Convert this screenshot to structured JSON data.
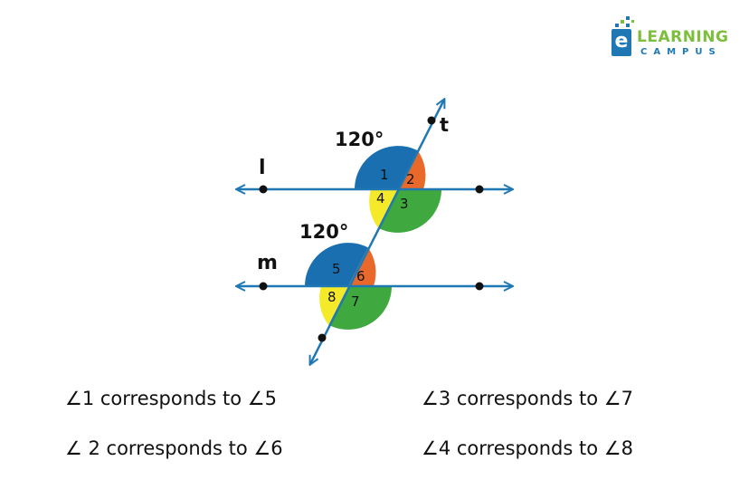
{
  "logo": {
    "letter": "e",
    "word": "LEARNING",
    "sub": "CAMPUS"
  },
  "colors": {
    "line": "#1f78b4",
    "blue": "#1a6fb0",
    "orange": "#e8692a",
    "green": "#3fa83f",
    "yellow": "#f5ea2a"
  },
  "labels": {
    "line_l": "l",
    "line_m": "m",
    "line_t": "t",
    "angle_top": "120°",
    "angle_bottom": "120°",
    "a1": "1",
    "a2": "2",
    "a3": "3",
    "a4": "4",
    "a5": "5",
    "a6": "6",
    "a7": "7",
    "a8": "8"
  },
  "statements": [
    "∠1 corresponds to ∠5",
    "∠3 corresponds to ∠7",
    "∠ 2 corresponds to ∠6",
    "∠4 corresponds to ∠8"
  ]
}
